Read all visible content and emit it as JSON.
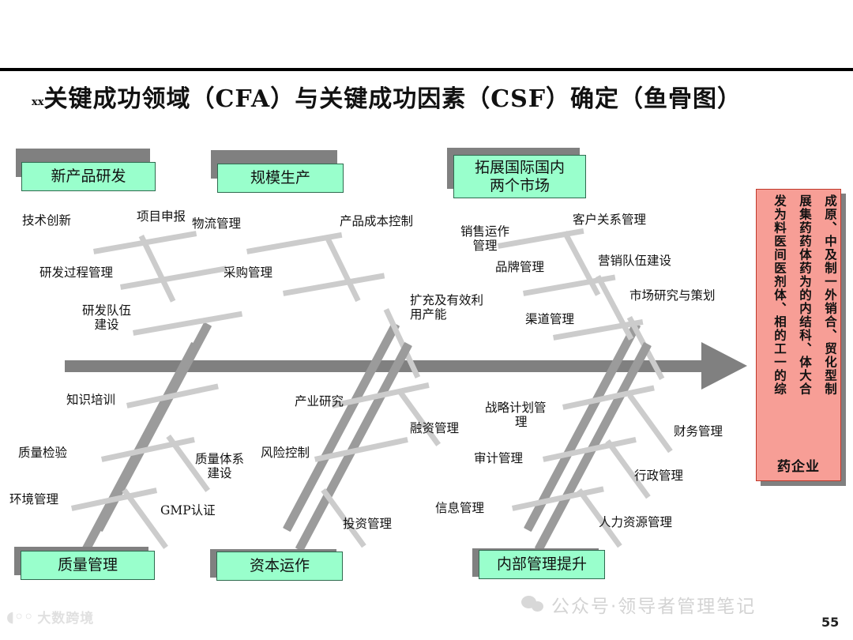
{
  "header": {
    "title_prefix": "xx",
    "title": "关键成功领域（CFA）与关键成功因素（CSF）确定（鱼骨图）"
  },
  "diagram": {
    "type": "fishbone",
    "spine_direction": "left-to-right",
    "categories_top": [
      {
        "label": "新产品研发",
        "items": [
          "技术创新",
          "项目申报",
          "研发过程管理",
          "研发队伍\n建设"
        ]
      },
      {
        "label": "规模生产",
        "items": [
          "物流管理",
          "产品成本控制",
          "采购管理",
          "扩充及有效利\n用产能"
        ]
      },
      {
        "label": "拓展国际国内\n两个市场",
        "items": [
          "销售运作\n管理",
          "客户关系管理",
          "品牌管理",
          "营销队伍建设",
          "渠道管理",
          "市场研究与策划"
        ]
      }
    ],
    "categories_bottom": [
      {
        "label": "质量管理",
        "items": [
          "知识培训",
          "质量检验",
          "质量体系\n建设",
          "环境管理",
          "GMP认证"
        ]
      },
      {
        "label": "资本运作",
        "items": [
          "产业研究",
          "风险控制",
          "融资管理",
          "投资管理"
        ]
      },
      {
        "label": "内部管理提升",
        "items": [
          "战略计划管\n理",
          "审计管理",
          "财务管理",
          "行政管理",
          "信息管理",
          "人力资源管理"
        ]
      }
    ],
    "goal": {
      "columns": [
        "成原、中及制一外销合、贸化型制",
        "展集药药体药为的内结科、体大合",
        "发为料医间医剂体、相的工一的综"
      ],
      "footer": "药企业",
      "full_text": "成为原料药、中间体及制剂一体化、内外销结合、工贸一体的大型综合制药企业",
      "box_color": "#f79e96",
      "border_color": "#c0392b"
    },
    "colors": {
      "category_box": "#99ffcc",
      "category_border": "#2f6b4f",
      "shadow": "#808080",
      "spine": "#808080",
      "rib": "#9b9b9b",
      "twig": "#cccccc"
    }
  },
  "footer": {
    "watermark_left": "大数跨境",
    "watermark_right": "公众号·领导者管理笔记",
    "page_number": "55"
  }
}
